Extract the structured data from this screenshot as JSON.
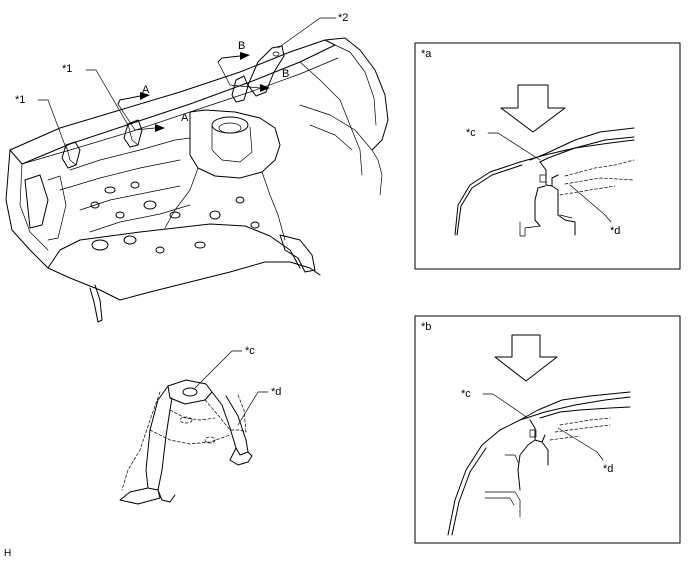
{
  "callouts": {
    "c1_top": "*1",
    "c1_left": "*1",
    "c2": "*2",
    "view_a_1": "A",
    "view_a_2": "A",
    "view_b_1": "B",
    "view_b_2": "B"
  },
  "detail_bracket": {
    "label_c": "*c",
    "label_d": "*d"
  },
  "panel_a": {
    "title": "*a",
    "label_c": "*c",
    "label_d": "*d"
  },
  "panel_b": {
    "title": "*b",
    "label_c": "*c",
    "label_d": "*d"
  },
  "footer": {
    "code": "H"
  }
}
